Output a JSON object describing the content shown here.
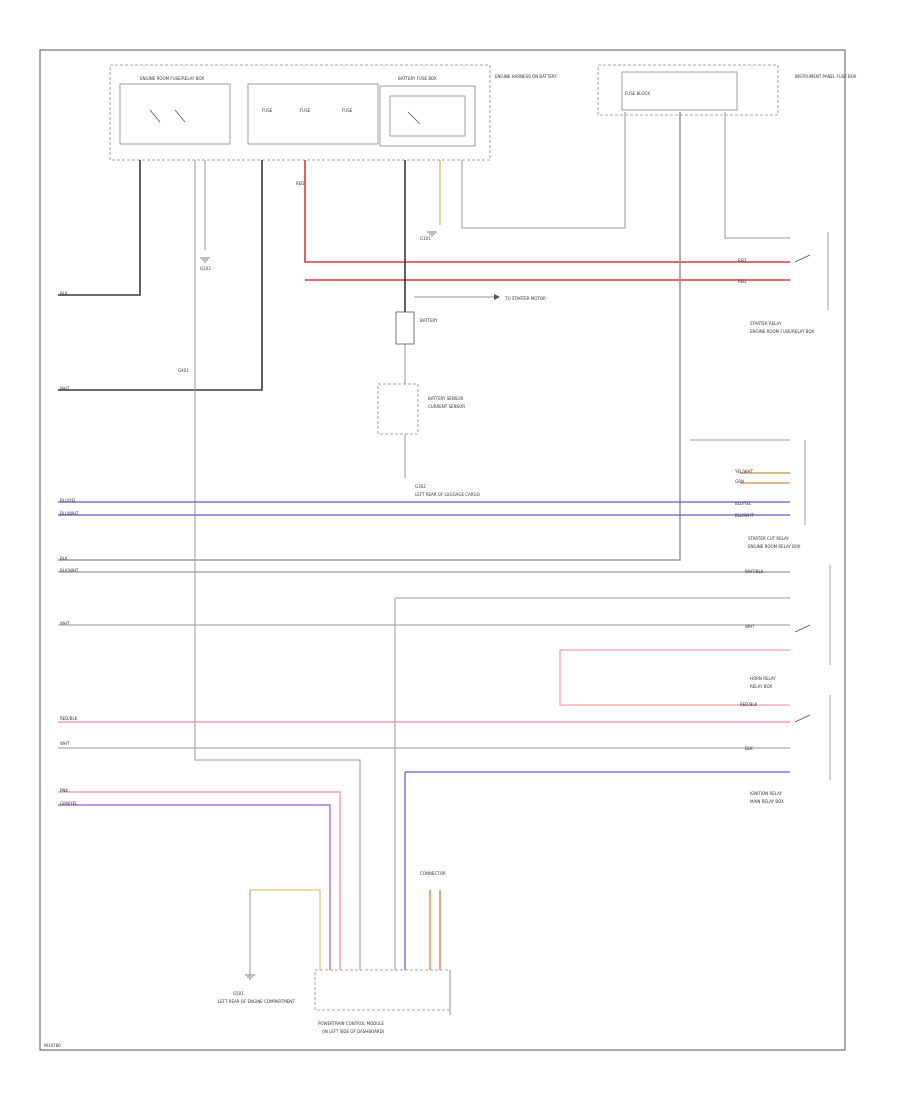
{
  "diagram_id": "W34780",
  "colors": {
    "black": "#3a3a3a",
    "gray": "#9a9a9a",
    "red": "#e8333a",
    "pink": "#f4a0a8",
    "blue": "#5a5ad8",
    "violet": "#b070d8",
    "yellow": "#d6b84a",
    "orange": "#d88a3a",
    "frame": "#555555"
  },
  "components": {
    "ecm_fuse_box": "ENGINE ROOM FUSE/RELAY BOX",
    "battery_fuse_box": "BATTERY FUSE BOX",
    "engine_harness_note": "ENGINE HARNESS ON BATTERY",
    "fuse_block": "FUSE BLOCK",
    "fuse_note": "INSTRUMENT PANEL FUSE BOX",
    "ground_1": "G103",
    "ground_2": "G101",
    "ground_3": "G401",
    "battery": "BATTERY",
    "battery_sensor": "BATTERY SENSOR",
    "battery_sensor_note": "CURRENT SENSOR",
    "ground_battery": "G302",
    "ground_battery_note": "LEFT REAR OF LUGGAGE CARGO",
    "starter_note": "TO STARTER MOTOR",
    "relay_1": "STARTER RELAY",
    "relay_1_note": "ENGINE ROOM FUSE/RELAY BOX",
    "relay_2": "STARTER CUT RELAY",
    "relay_2_note": "ENGINE ROOM RELAY BOX",
    "relay_3": "HORN RELAY",
    "relay_3_note": "RELAY BOX",
    "relay_4": "IGNITION RELAY",
    "relay_4_note": "MAIN RELAY BOX",
    "connector_label": "CONNECTOR",
    "ground_bottom": "G501",
    "ground_bottom_note": "LEFT REAR OF ENGINE COMPARTMENT",
    "bottom_module": "POWERTRAIN CONTROL MODULE",
    "bottom_module_note": "(IN LEFT SIDE OF DASHBOARD)"
  },
  "wires": {
    "blk": "BLK",
    "wht": "WHT",
    "red": "RED",
    "blu_yel": "BLU/YEL",
    "blu_wht": "BLU/WHT",
    "red_blk": "RED/BLK",
    "blk_wht": "BLK/WHT",
    "grn_yel": "GRN/YEL",
    "yel_wht": "YEL/WHT",
    "grn": "GRN",
    "wht_blk": "WHT/BLK",
    "pnk": "PNK"
  }
}
